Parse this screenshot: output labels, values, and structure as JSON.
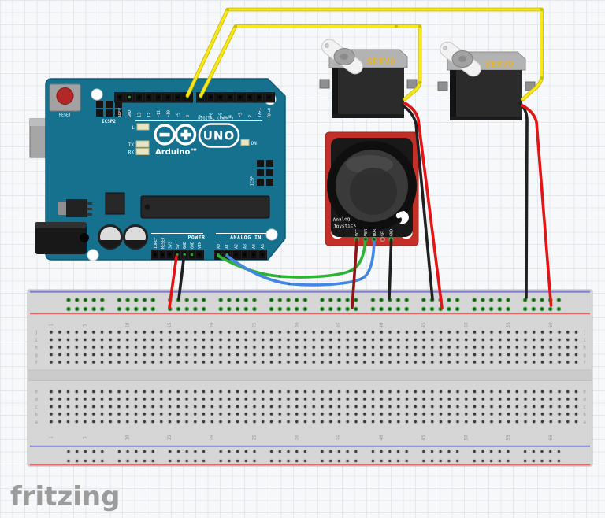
{
  "watermark": "fritzing",
  "arduino": {
    "reset_label": "RESET",
    "icsp2_label": "ICSP2",
    "icsp_label": "ICSP",
    "digital_caption": "DIGITAL (PWM=~)",
    "digital_pins_left": [
      "AREF",
      "GND",
      "13",
      "12",
      "~11",
      "~10",
      "~9",
      "8"
    ],
    "digital_pins_right": [
      "7",
      "~6",
      "~5",
      "4",
      "~3",
      "2",
      "TX▸1",
      "RX◂0"
    ],
    "led_l": "L",
    "led_tx": "TX",
    "led_rx": "RX",
    "led_on": "ON",
    "logo_text": "UNO",
    "brand_text": "Arduino™",
    "power_caption": "POWER",
    "power_pins": [
      "IOREF",
      "RESET",
      "3V3",
      "5V",
      "GND",
      "GND",
      "VIN"
    ],
    "analog_caption": "ANALOG IN",
    "analog_pins": [
      "A0",
      "A1",
      "A2",
      "A3",
      "A4",
      "A5"
    ]
  },
  "servos": [
    {
      "label": "SERVO"
    },
    {
      "label": "SERVO"
    }
  ],
  "joystick": {
    "silk_line1": "Analog",
    "silk_line2": "Joystick",
    "pins": [
      "VCC",
      "VER",
      "HOR",
      "SEL",
      "GND"
    ]
  },
  "breadboard": {
    "column_labels": [
      "1",
      "5",
      "10",
      "15",
      "20",
      "25",
      "30",
      "35",
      "40",
      "45",
      "50",
      "55",
      "60"
    ],
    "row_letters_top": [
      "j",
      "i",
      "h",
      "g",
      "f"
    ],
    "row_letters_bottom": [
      "e",
      "d",
      "c",
      "b",
      "a"
    ]
  }
}
